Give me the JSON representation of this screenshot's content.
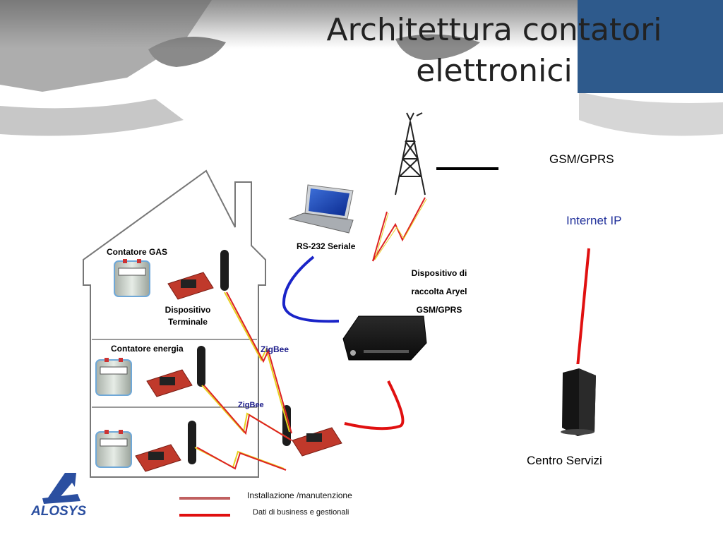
{
  "slide": {
    "title_line1": "Architettura contatori",
    "title_line2": "elettronici",
    "labels": {
      "gsm_gprs": "GSM/GPRS",
      "internet_ip": "Internet IP",
      "rs232": "RS-232 Seriale",
      "collector_line1": "Dispositivo di",
      "collector_line2": "raccolta Aryel",
      "collector_line3": "GSM/GPRS",
      "contatore_gas": "Contatore GAS",
      "dispositivo_line1": "Dispositivo",
      "dispositivo_line2": "Terminale",
      "contatore_energia": "Contatore energia",
      "zigbee_1": "ZigBee",
      "zigbee_2": "ZigBee",
      "centro_servizi": "Centro Servizi"
    },
    "legend": {
      "item1": "Installazione /manutenzione",
      "item2": "Dati di business e gestionali",
      "item1_color": "#c06060",
      "item2_color": "#e01010"
    },
    "logo_text": "ALOSYS",
    "colors": {
      "banner_blue": "#2e5a8c",
      "red_link": "#e01010",
      "blue_cable": "#1a24c8",
      "yellow_link": "#e8d020"
    }
  }
}
